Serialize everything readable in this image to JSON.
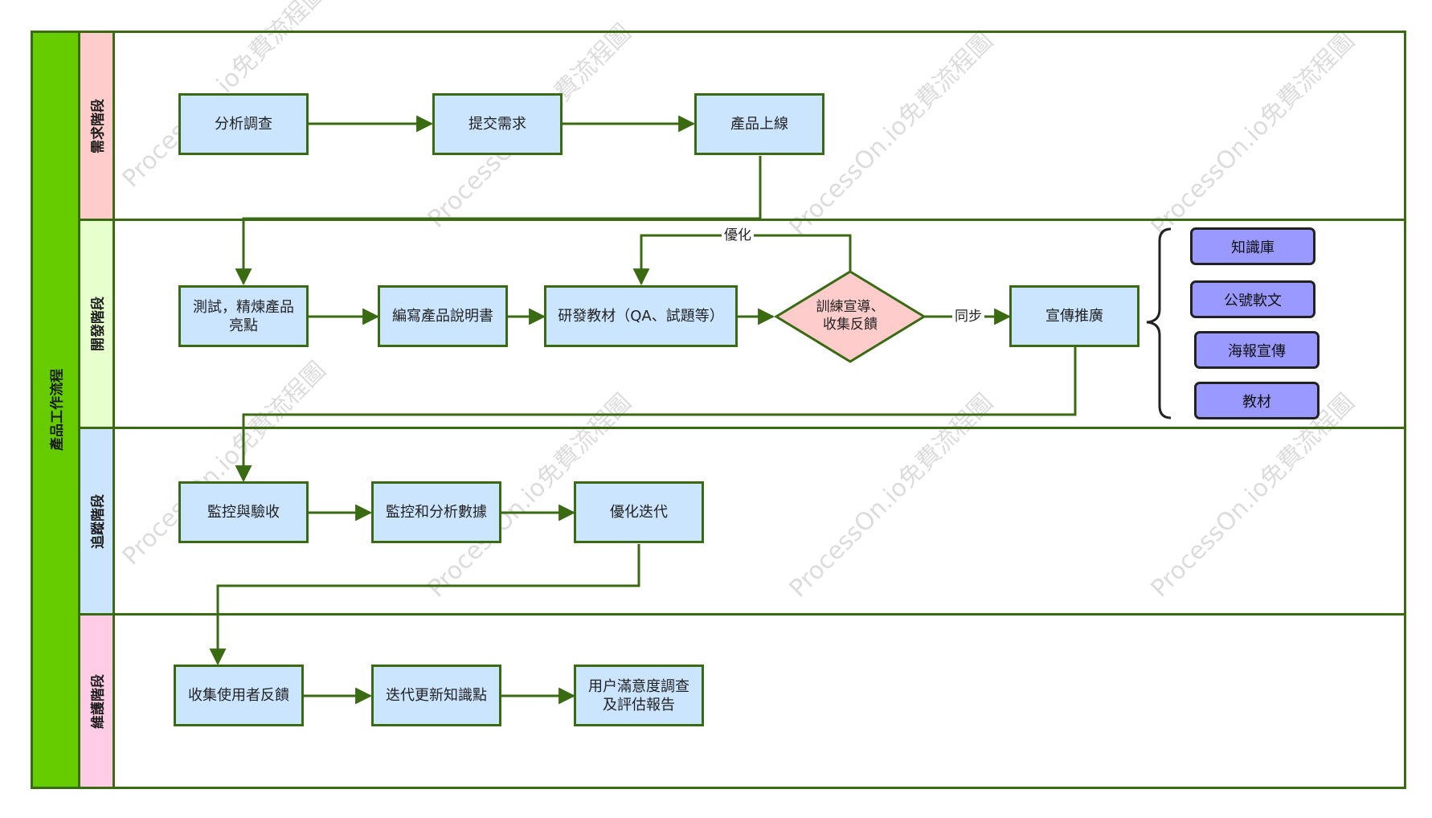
{
  "pool": {
    "title": "產品工作流程"
  },
  "lanes": [
    {
      "id": "demand",
      "label": "需求階段",
      "color": "#ffcccc"
    },
    {
      "id": "develop",
      "label": "開發階段",
      "color": "#e6ffcc"
    },
    {
      "id": "track",
      "label": "追蹤階段",
      "color": "#cce5ff"
    },
    {
      "id": "maintain",
      "label": "維護階段",
      "color": "#ffcce6"
    }
  ],
  "nodes": {
    "analysis": "分析調查",
    "submit": "提交需求",
    "launch": "產品上線",
    "test": "測試，精煉產品\n亮點",
    "manual": "編寫產品說明書",
    "materials": "研發教材（QA、試題等）",
    "training": "訓練宣導、\n收集反饋",
    "promotion": "宣傳推廣",
    "monitor": "監控與驗收",
    "analyze_data": "監控和分析數據",
    "iterate": "優化迭代",
    "collect_feedback": "收集使用者反饋",
    "update_knowledge": "迭代更新知識點",
    "survey": "用户滿意度調查\n及評估報告"
  },
  "side_items": [
    "知識庫",
    "公號軟文",
    "海報宣傳",
    "教材"
  ],
  "edge_labels": {
    "optimize": "優化",
    "sync": "同步"
  },
  "watermark": "ProcessOn.io免費流程圖",
  "colors": {
    "line": "#3a6b12",
    "pool_header": "#66cc00",
    "process_fill": "#cce5ff",
    "decision_fill": "#ffcccc",
    "side_fill": "#9999ff"
  }
}
